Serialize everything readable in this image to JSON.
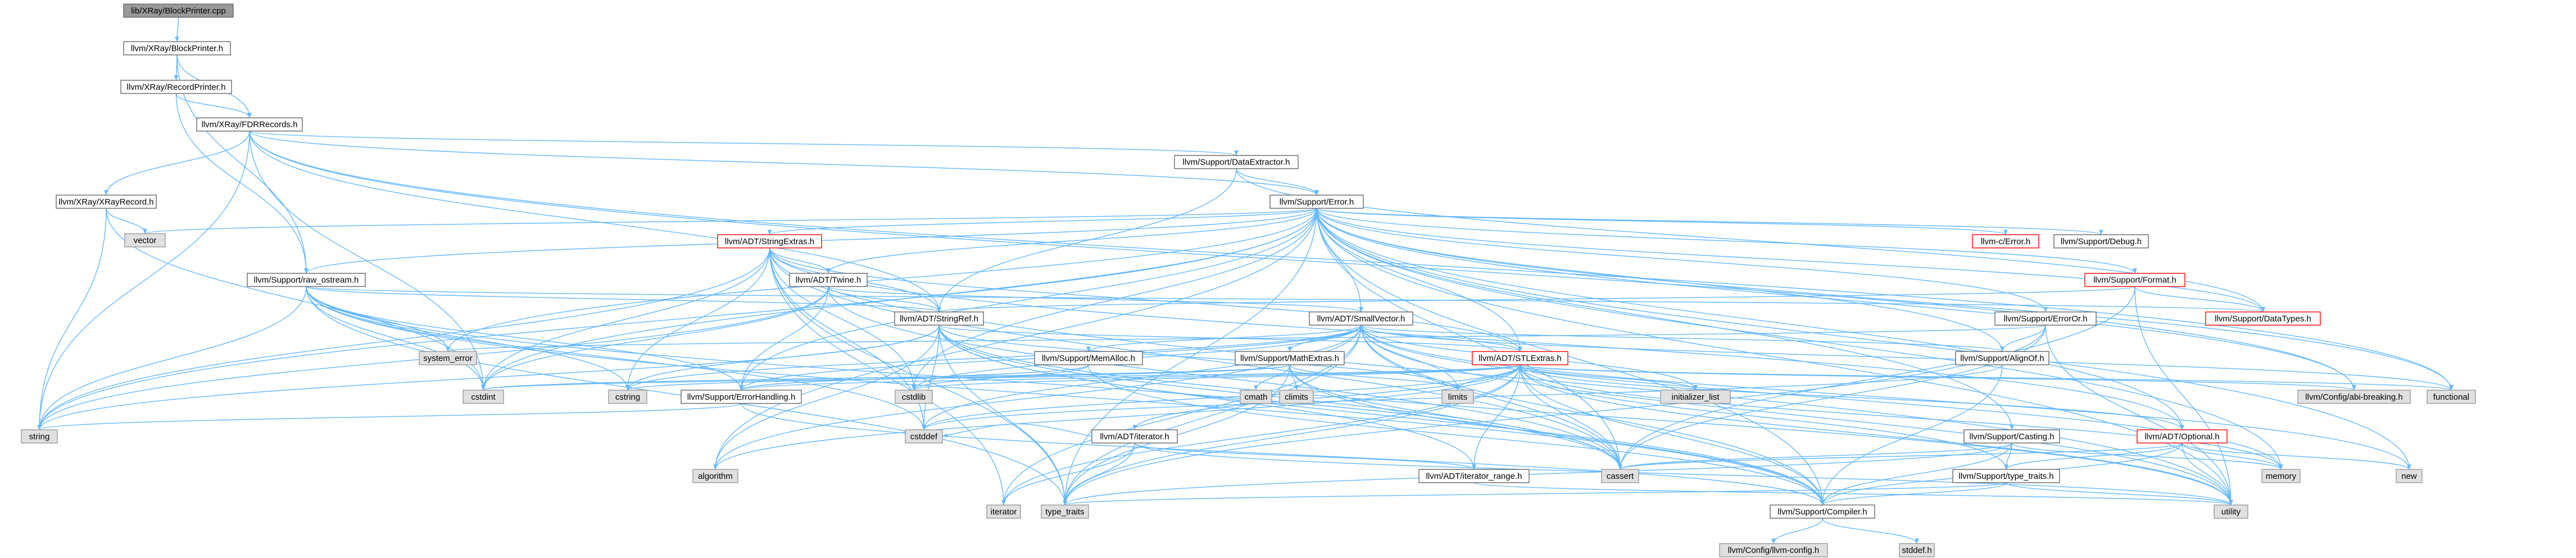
{
  "diagram": {
    "colors": {
      "edge": "#63b8ff",
      "node_fill": "#ffffff",
      "node_border": "#666666",
      "root_fill": "#999999",
      "system_fill": "#e0e0e0",
      "system_border": "#999999",
      "truncated_border": "#ff0000",
      "text": "#000000"
    },
    "nodes": [
      {
        "id": "root",
        "label": "lib/XRay/BlockPrinter.cpp",
        "kind": "root"
      },
      {
        "id": "bp",
        "label": "llvm/XRay/BlockPrinter.h",
        "kind": "normal"
      },
      {
        "id": "rp",
        "label": "llvm/XRay/RecordPrinter.h",
        "kind": "normal"
      },
      {
        "id": "fdr",
        "label": "llvm/XRay/FDRRecords.h",
        "kind": "normal"
      },
      {
        "id": "de",
        "label": "llvm/Support/DataExtractor.h",
        "kind": "normal"
      },
      {
        "id": "xr",
        "label": "llvm/XRay/XRayRecord.h",
        "kind": "normal"
      },
      {
        "id": "vec",
        "label": "vector",
        "kind": "system"
      },
      {
        "id": "err",
        "label": "llvm/Support/Error.h",
        "kind": "normal"
      },
      {
        "id": "se",
        "label": "llvm/ADT/StringExtras.h",
        "kind": "truncated"
      },
      {
        "id": "ce",
        "label": "llvm-c/Error.h",
        "kind": "truncated"
      },
      {
        "id": "dbg",
        "label": "llvm/Support/Debug.h",
        "kind": "normal"
      },
      {
        "id": "fmt",
        "label": "llvm/Support/Format.h",
        "kind": "truncated"
      },
      {
        "id": "rawos",
        "label": "llvm/Support/raw_ostream.h",
        "kind": "normal"
      },
      {
        "id": "tw",
        "label": "llvm/ADT/Twine.h",
        "kind": "normal"
      },
      {
        "id": "sr",
        "label": "llvm/ADT/StringRef.h",
        "kind": "normal"
      },
      {
        "id": "sv",
        "label": "llvm/ADT/SmallVector.h",
        "kind": "normal"
      },
      {
        "id": "eo",
        "label": "llvm/Support/ErrorOr.h",
        "kind": "normal"
      },
      {
        "id": "dt",
        "label": "llvm/Support/DataTypes.h",
        "kind": "truncated"
      },
      {
        "id": "syserr",
        "label": "system_error",
        "kind": "system"
      },
      {
        "id": "cstdint",
        "label": "cstdint",
        "kind": "system"
      },
      {
        "id": "string",
        "label": "string",
        "kind": "system"
      },
      {
        "id": "ma",
        "label": "llvm/Support/MemAlloc.h",
        "kind": "normal"
      },
      {
        "id": "me",
        "label": "llvm/Support/MathExtras.h",
        "kind": "normal"
      },
      {
        "id": "stl",
        "label": "llvm/ADT/STLExtras.h",
        "kind": "truncated"
      },
      {
        "id": "ao",
        "label": "llvm/Support/AlignOf.h",
        "kind": "normal"
      },
      {
        "id": "cstring",
        "label": "cstring",
        "kind": "system"
      },
      {
        "id": "eh",
        "label": "llvm/Support/ErrorHandling.h",
        "kind": "normal"
      },
      {
        "id": "cstdlib",
        "label": "cstdlib",
        "kind": "system"
      },
      {
        "id": "cmath",
        "label": "cmath",
        "kind": "system"
      },
      {
        "id": "climits",
        "label": "climits",
        "kind": "system"
      },
      {
        "id": "limits",
        "label": "limits",
        "kind": "system"
      },
      {
        "id": "il",
        "label": "initializer_list",
        "kind": "system"
      },
      {
        "id": "it",
        "label": "llvm/ADT/iterator.h",
        "kind": "normal"
      },
      {
        "id": "cast",
        "label": "llvm/Support/Casting.h",
        "kind": "normal"
      },
      {
        "id": "opt",
        "label": "llvm/ADT/Optional.h",
        "kind": "truncated"
      },
      {
        "id": "abi",
        "label": "llvm/Config/abi-breaking.h",
        "kind": "system"
      },
      {
        "id": "functional",
        "label": "functional",
        "kind": "system"
      },
      {
        "id": "algorithm",
        "label": "algorithm",
        "kind": "system"
      },
      {
        "id": "cstddef",
        "label": "cstddef",
        "kind": "system"
      },
      {
        "id": "ir",
        "label": "llvm/ADT/iterator_range.h",
        "kind": "normal"
      },
      {
        "id": "cassert",
        "label": "cassert",
        "kind": "system"
      },
      {
        "id": "memory",
        "label": "memory",
        "kind": "system"
      },
      {
        "id": "new",
        "label": "new",
        "kind": "system"
      },
      {
        "id": "tt",
        "label": "llvm/Support/type_traits.h",
        "kind": "normal"
      },
      {
        "id": "iterator",
        "label": "iterator",
        "kind": "system"
      },
      {
        "id": "typetraits",
        "label": "type_traits",
        "kind": "system"
      },
      {
        "id": "comp",
        "label": "llvm/Support/Compiler.h",
        "kind": "normal"
      },
      {
        "id": "utility",
        "label": "utility",
        "kind": "system"
      },
      {
        "id": "cfg",
        "label": "llvm/Config/llvm-config.h",
        "kind": "system"
      },
      {
        "id": "stddef",
        "label": "stddef.h",
        "kind": "system"
      }
    ],
    "edges": [
      [
        "root",
        "bp"
      ],
      [
        "bp",
        "rp"
      ],
      [
        "bp",
        "fdr"
      ],
      [
        "bp",
        "rawos"
      ],
      [
        "rp",
        "fdr"
      ],
      [
        "rp",
        "rawos"
      ],
      [
        "fdr",
        "de"
      ],
      [
        "fdr",
        "err"
      ],
      [
        "fdr",
        "xr"
      ],
      [
        "fdr",
        "sr"
      ],
      [
        "fdr",
        "cstdint"
      ],
      [
        "fdr",
        "string"
      ],
      [
        "fdr",
        "abi"
      ],
      [
        "fdr",
        "functional"
      ],
      [
        "xr",
        "vec"
      ],
      [
        "xr",
        "cstdint"
      ],
      [
        "xr",
        "string"
      ],
      [
        "de",
        "err"
      ],
      [
        "de",
        "sr"
      ],
      [
        "de",
        "dt"
      ],
      [
        "err",
        "se"
      ],
      [
        "err",
        "ce"
      ],
      [
        "err",
        "dbg"
      ],
      [
        "err",
        "fmt"
      ],
      [
        "err",
        "rawos"
      ],
      [
        "err",
        "tw"
      ],
      [
        "err",
        "sv"
      ],
      [
        "err",
        "eo"
      ],
      [
        "err",
        "dt"
      ],
      [
        "err",
        "stl"
      ],
      [
        "err",
        "ao"
      ],
      [
        "err",
        "cast"
      ],
      [
        "err",
        "opt"
      ],
      [
        "err",
        "abi"
      ],
      [
        "err",
        "comp"
      ],
      [
        "err",
        "eh"
      ],
      [
        "err",
        "vec"
      ],
      [
        "err",
        "syserr"
      ],
      [
        "err",
        "cstdint"
      ],
      [
        "err",
        "cstdlib"
      ],
      [
        "err",
        "string"
      ],
      [
        "err",
        "algorithm"
      ],
      [
        "err",
        "cassert"
      ],
      [
        "err",
        "memory"
      ],
      [
        "err",
        "new"
      ],
      [
        "err",
        "typetraits"
      ],
      [
        "err",
        "utility"
      ],
      [
        "err",
        "functional"
      ],
      [
        "se",
        "tw"
      ],
      [
        "se",
        "sr"
      ],
      [
        "se",
        "stl"
      ],
      [
        "se",
        "opt"
      ],
      [
        "se",
        "cstring"
      ],
      [
        "se",
        "cstdint"
      ],
      [
        "se",
        "cstdlib"
      ],
      [
        "se",
        "cstddef"
      ],
      [
        "se",
        "iterator"
      ],
      [
        "se",
        "string"
      ],
      [
        "se",
        "utility"
      ],
      [
        "se",
        "cassert"
      ],
      [
        "se",
        "typetraits"
      ],
      [
        "fmt",
        "sr"
      ],
      [
        "fmt",
        "dt"
      ],
      [
        "fmt",
        "cassert"
      ],
      [
        "fmt",
        "utility"
      ],
      [
        "fmt",
        "tuple_unused"
      ],
      [
        "rawos",
        "sr"
      ],
      [
        "rawos",
        "dt"
      ],
      [
        "rawos",
        "cassert"
      ],
      [
        "rawos",
        "cstddef"
      ],
      [
        "rawos",
        "cstdint"
      ],
      [
        "rawos",
        "cstring"
      ],
      [
        "rawos",
        "string"
      ],
      [
        "rawos",
        "syserr"
      ],
      [
        "rawos",
        "typetraits"
      ],
      [
        "rawos",
        "eh"
      ],
      [
        "rawos",
        "comp"
      ],
      [
        "tw",
        "sr"
      ],
      [
        "tw",
        "sv"
      ],
      [
        "tw",
        "eh"
      ],
      [
        "tw",
        "cassert"
      ],
      [
        "tw",
        "cstdint"
      ],
      [
        "tw",
        "string"
      ],
      [
        "sr",
        "stl"
      ],
      [
        "sr",
        "iter_range_unused"
      ],
      [
        "sr",
        "comp"
      ],
      [
        "sr",
        "algorithm"
      ],
      [
        "sr",
        "cassert"
      ],
      [
        "sr",
        "cstddef"
      ],
      [
        "sr",
        "cstring"
      ],
      [
        "sr",
        "limits"
      ],
      [
        "sr",
        "string"
      ],
      [
        "sr",
        "typetraits"
      ],
      [
        "sr",
        "utility"
      ],
      [
        "sr",
        "ir"
      ],
      [
        "sv",
        "ma"
      ],
      [
        "sv",
        "me"
      ],
      [
        "sv",
        "stl"
      ],
      [
        "sv",
        "ao"
      ],
      [
        "sv",
        "comp"
      ],
      [
        "sv",
        "eh"
      ],
      [
        "sv",
        "type_traits_unused"
      ],
      [
        "sv",
        "algorithm"
      ],
      [
        "sv",
        "cassert"
      ],
      [
        "sv",
        "cstddef"
      ],
      [
        "sv",
        "cstdlib"
      ],
      [
        "sv",
        "cstring"
      ],
      [
        "sv",
        "functional"
      ],
      [
        "sv",
        "il"
      ],
      [
        "sv",
        "iterator"
      ],
      [
        "sv",
        "limits"
      ],
      [
        "sv",
        "memory"
      ],
      [
        "sv",
        "new"
      ],
      [
        "sv",
        "typetraits"
      ],
      [
        "sv",
        "utility"
      ],
      [
        "eo",
        "ao"
      ],
      [
        "eo",
        "cassert"
      ],
      [
        "eo",
        "syserr"
      ],
      [
        "eo",
        "typetraits"
      ],
      [
        "eo",
        "utility"
      ],
      [
        "ma",
        "comp"
      ],
      [
        "ma",
        "eh"
      ],
      [
        "ma",
        "cstdlib"
      ],
      [
        "me",
        "comp"
      ],
      [
        "me",
        "cassert"
      ],
      [
        "me",
        "climits"
      ],
      [
        "me",
        "cmath"
      ],
      [
        "me",
        "cstdint"
      ],
      [
        "me",
        "cstring"
      ],
      [
        "me",
        "limits"
      ],
      [
        "me",
        "typetraits"
      ],
      [
        "stl",
        "it"
      ],
      [
        "stl",
        "ir"
      ],
      [
        "stl",
        "opt"
      ],
      [
        "stl",
        "eh"
      ],
      [
        "stl",
        "comp"
      ],
      [
        "stl",
        "abi"
      ],
      [
        "stl",
        "algorithm"
      ],
      [
        "stl",
        "cassert"
      ],
      [
        "stl",
        "cstddef"
      ],
      [
        "stl",
        "cstdint"
      ],
      [
        "stl",
        "cstdlib"
      ],
      [
        "stl",
        "functional"
      ],
      [
        "stl",
        "il"
      ],
      [
        "stl",
        "iterator"
      ],
      [
        "stl",
        "limits"
      ],
      [
        "stl",
        "memory"
      ],
      [
        "stl",
        "tt"
      ],
      [
        "stl",
        "typetraits"
      ],
      [
        "stl",
        "utility"
      ],
      [
        "ao",
        "comp"
      ],
      [
        "ao",
        "cstddef"
      ],
      [
        "it",
        "ir"
      ],
      [
        "it",
        "cstddef"
      ],
      [
        "it",
        "iterator"
      ],
      [
        "it",
        "typetraits"
      ],
      [
        "it",
        "utility"
      ],
      [
        "cast",
        "tt"
      ],
      [
        "cast",
        "comp"
      ],
      [
        "cast",
        "cassert"
      ],
      [
        "cast",
        "memory"
      ],
      [
        "cast",
        "typetraits"
      ],
      [
        "opt",
        "tt"
      ],
      [
        "opt",
        "comp"
      ],
      [
        "opt",
        "cassert"
      ],
      [
        "opt",
        "memory"
      ],
      [
        "opt",
        "new"
      ],
      [
        "opt",
        "utility"
      ],
      [
        "ir",
        "utility"
      ],
      [
        "tt",
        "comp"
      ],
      [
        "tt",
        "typetraits"
      ],
      [
        "tt",
        "utility"
      ],
      [
        "eh",
        "comp"
      ],
      [
        "eh",
        "string"
      ],
      [
        "comp",
        "cfg"
      ],
      [
        "comp",
        "stddef"
      ]
    ]
  }
}
